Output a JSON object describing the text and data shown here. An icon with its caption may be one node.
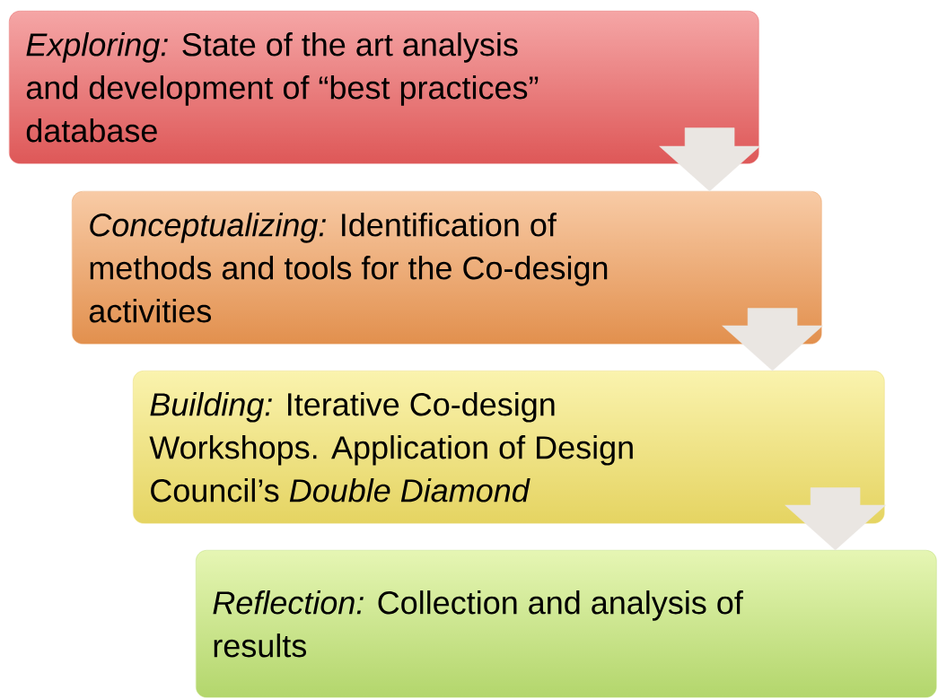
{
  "diagram": {
    "nodes": [
      {
        "text": [
          "*Exploring:* State of the art analysis and development of “best practices” database"
        ]
      },
      {
        "text": [
          "*Conceptualizing:* Identification of methods and tools for the Co-design activities"
        ]
      },
      {
        "text": [
          "*Building:* Iterative Co-design Workshops. Application of Design Council’s *Double Diamond*"
        ]
      },
      {
        "text": [
          "*Reflection:* Collection and analysis of results"
        ]
      }
    ],
    "edges": [
      {
        "from": 0,
        "to": 1,
        "arrow": "to"
      },
      {
        "from": 1,
        "to": 2,
        "arrow": "to"
      },
      {
        "from": 2,
        "to": 3,
        "arrow": "to"
      }
    ]
  }
}
